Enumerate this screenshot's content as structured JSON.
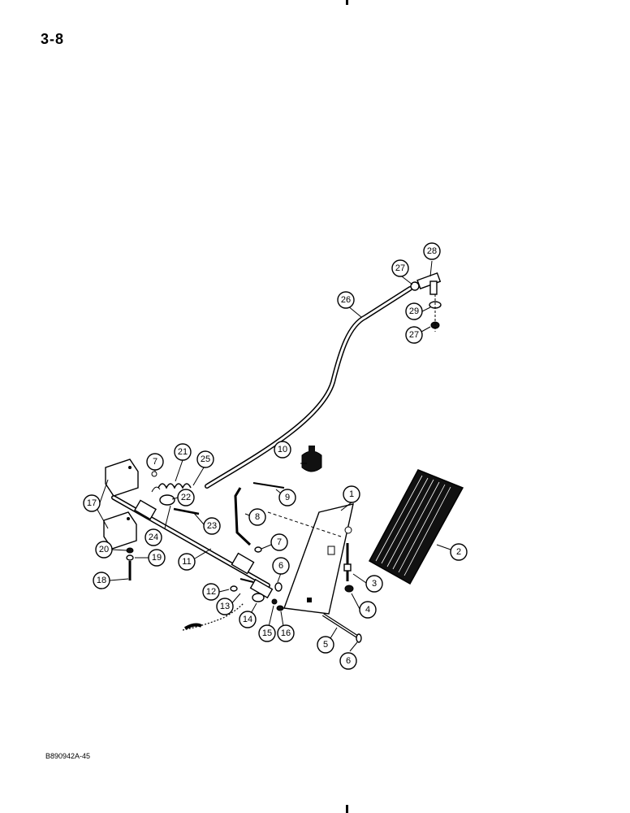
{
  "page": {
    "number": "3-8",
    "figure_code": "B890942A-45"
  },
  "callouts": [
    {
      "id": "c1",
      "label": "1"
    },
    {
      "id": "c2",
      "label": "2"
    },
    {
      "id": "c3",
      "label": "3"
    },
    {
      "id": "c4",
      "label": "4"
    },
    {
      "id": "c5",
      "label": "5"
    },
    {
      "id": "c6a",
      "label": "6"
    },
    {
      "id": "c6b",
      "label": "6"
    },
    {
      "id": "c7a",
      "label": "7"
    },
    {
      "id": "c7b",
      "label": "7"
    },
    {
      "id": "c8",
      "label": "8"
    },
    {
      "id": "c9",
      "label": "9"
    },
    {
      "id": "c10",
      "label": "10"
    },
    {
      "id": "c11",
      "label": "11"
    },
    {
      "id": "c12",
      "label": "12"
    },
    {
      "id": "c13",
      "label": "13"
    },
    {
      "id": "c14",
      "label": "14"
    },
    {
      "id": "c15",
      "label": "15"
    },
    {
      "id": "c16",
      "label": "16"
    },
    {
      "id": "c17",
      "label": "17"
    },
    {
      "id": "c18",
      "label": "18"
    },
    {
      "id": "c19",
      "label": "19"
    },
    {
      "id": "c20",
      "label": "20"
    },
    {
      "id": "c21",
      "label": "21"
    },
    {
      "id": "c22",
      "label": "22"
    },
    {
      "id": "c23",
      "label": "23"
    },
    {
      "id": "c24",
      "label": "24"
    },
    {
      "id": "c25",
      "label": "25"
    },
    {
      "id": "c26",
      "label": "26"
    },
    {
      "id": "c27a",
      "label": "27"
    },
    {
      "id": "c27b",
      "label": "27"
    },
    {
      "id": "c28",
      "label": "28"
    },
    {
      "id": "c29",
      "label": "29"
    }
  ]
}
